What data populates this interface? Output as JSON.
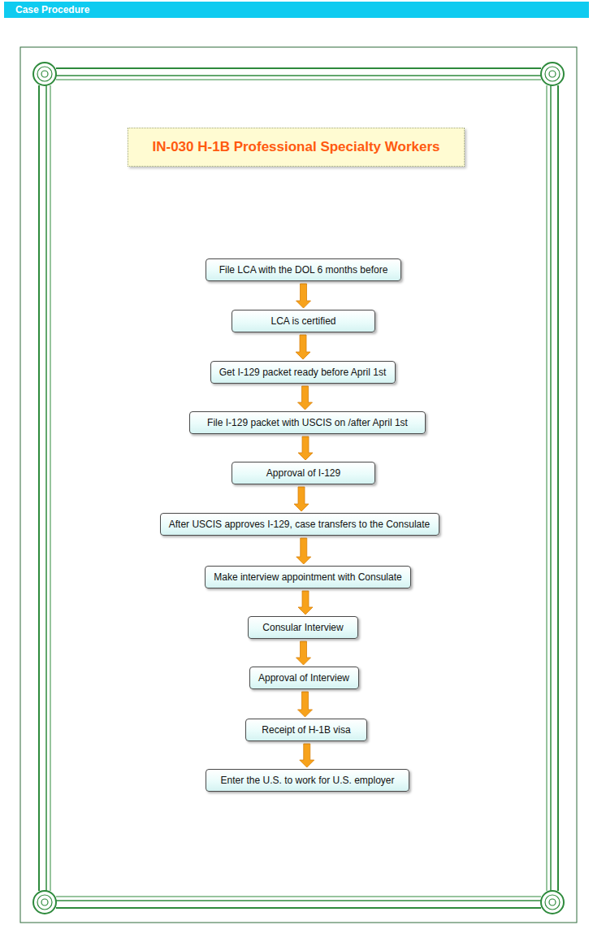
{
  "diagram": {
    "nodes": [
      {
        "text": [
          "Case Procedure"
        ]
      },
      {
        "text": [
          "IN-030 H-1B Professional Specialty Workers"
        ]
      },
      {
        "text": [
          "File LCA with the DOL 6 months before"
        ]
      },
      {
        "text": [
          "LCA is certified"
        ]
      },
      {
        "text": [
          "Get I-129 packet ready before April 1st"
        ]
      },
      {
        "text": [
          "File I-129 packet with USCIS on /after April 1st"
        ]
      },
      {
        "text": [
          "Approval of I-129"
        ]
      },
      {
        "text": [
          "After USCIS approves I-129, case transfers to the Consulate"
        ]
      },
      {
        "text": [
          "Make interview appointment with Consulate"
        ]
      },
      {
        "text": [
          "Consular Interview"
        ]
      },
      {
        "text": [
          "Approval of Interview"
        ]
      },
      {
        "text": [
          "Receipt of H-1B visa"
        ]
      },
      {
        "text": [
          "Enter the U.S. to work for U.S. employer"
        ]
      }
    ],
    "edges": [
      {
        "from": 2,
        "to": 3,
        "arrow": "to"
      },
      {
        "from": 3,
        "to": 4,
        "arrow": "to"
      },
      {
        "from": 4,
        "to": 5,
        "arrow": "to"
      },
      {
        "from": 5,
        "to": 6,
        "arrow": "to"
      },
      {
        "from": 6,
        "to": 7,
        "arrow": "to"
      },
      {
        "from": 7,
        "to": 8,
        "arrow": "to"
      },
      {
        "from": 8,
        "to": 9,
        "arrow": "to"
      },
      {
        "from": 9,
        "to": 10,
        "arrow": "to"
      },
      {
        "from": 10,
        "to": 11,
        "arrow": "to"
      },
      {
        "from": 11,
        "to": 12,
        "arrow": "to"
      }
    ]
  }
}
